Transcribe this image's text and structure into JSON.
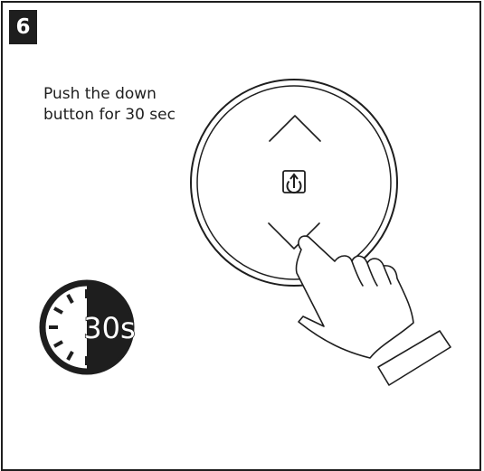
{
  "step": {
    "number": "6"
  },
  "instruction": {
    "line1": "Push the down",
    "line2": "button for 30 sec"
  },
  "timer": {
    "label": "30s",
    "fill_fraction": 0.5
  },
  "remote": {
    "up_icon": "chevron-up-icon",
    "center_icon": "pairing-arrow-icon",
    "down_icon": "chevron-down-icon"
  },
  "hand_icon": "pointing-hand-icon",
  "colors": {
    "ink": "#1e1e1e",
    "paper": "#ffffff"
  }
}
